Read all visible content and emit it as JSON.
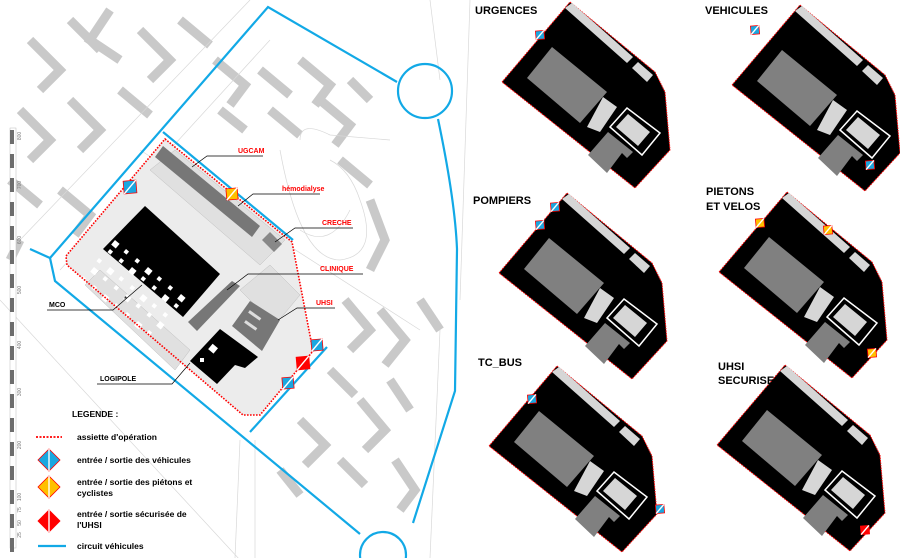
{
  "map": {
    "labels": {
      "ugcam": "UGCAM",
      "hemodialyse": "hémodialyse",
      "creche": "CRECHE",
      "clinique": "CLINIQUE",
      "uhsi": "UHSI",
      "mco": "MCO",
      "logipole": "LOGIPOLE"
    },
    "scale_labels": [
      "800",
      "700",
      "600",
      "500",
      "400",
      "300",
      "200",
      "100",
      "75",
      "50",
      "25"
    ]
  },
  "legend": {
    "title": "LEGENDE :",
    "items": [
      {
        "label": "assiette d'opération"
      },
      {
        "label": "entrée / sortie des véhicules"
      },
      {
        "label": "entrée / sortie des piétons et",
        "label2": "cyclistes"
      },
      {
        "label": "entrée / sortie sécurisée de",
        "label2": "l'UHSI"
      },
      {
        "label": "circuit véhicules"
      }
    ]
  },
  "panels": [
    {
      "title": "URGENCES"
    },
    {
      "title": "VEHICULES"
    },
    {
      "title": "POMPIERS"
    },
    {
      "title": "PIETONS",
      "title2": "ET VELOS"
    },
    {
      "title": "TC_BUS"
    },
    {
      "title": "UHSI",
      "title2": "SECURISE"
    }
  ],
  "colors": {
    "vehicle": "#1aa7e0",
    "pedestrian": "#ffc000",
    "uhsi": "#ff0000",
    "circuit": "#12a9e6",
    "perimeter": "#ff0000"
  }
}
